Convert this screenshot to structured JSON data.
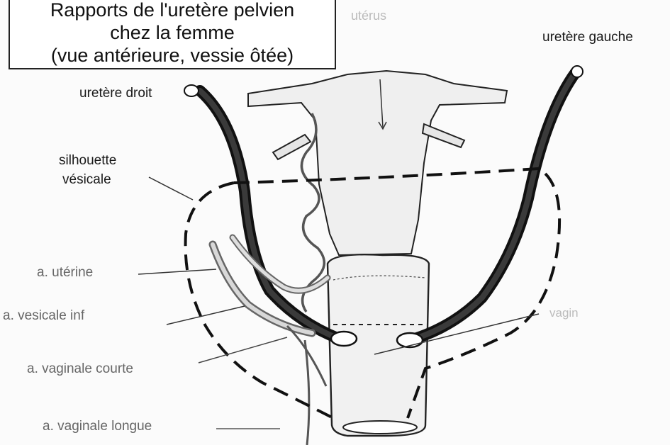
{
  "title": {
    "line1": "Rapports de l'uretère pelvien",
    "line2": "chez la femme",
    "line3": "(vue antérieure, vessie ôtée)"
  },
  "labels": {
    "uterus": "utérus",
    "ureter_left": "uretère gauche",
    "ureter_right": "uretère droit",
    "bladder_silhouette_1": "silhouette",
    "bladder_silhouette_2": "vésicale",
    "uterine_artery": "a. utérine",
    "inferior_vesical_artery": "a. vesicale inf",
    "short_vaginal_artery": "a. vaginale courte",
    "long_vaginal_artery": "a. vaginale longue",
    "vagina": "vagin"
  }
}
